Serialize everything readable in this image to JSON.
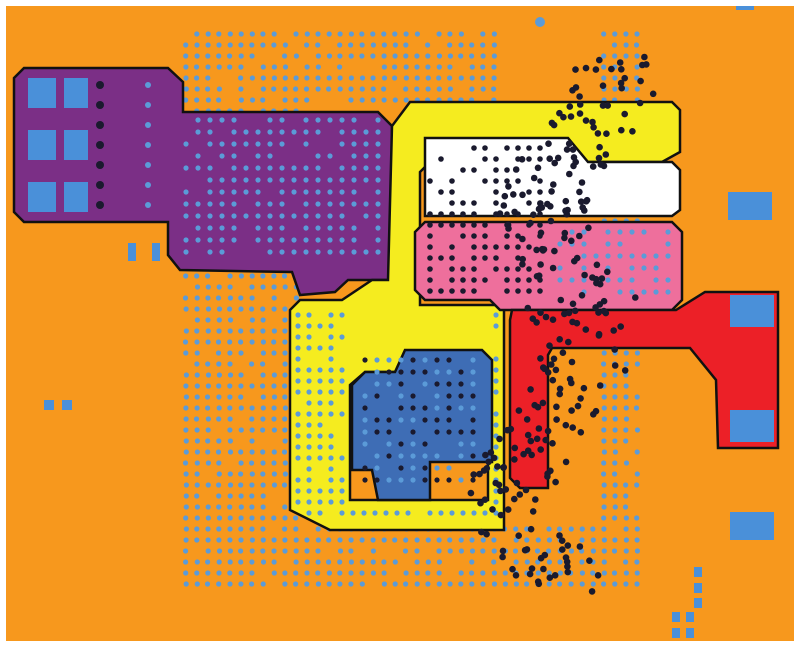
{
  "title": "",
  "colors": {
    "frame": "#ffffff",
    "board": "#F7981D",
    "purple": "#7B2F86",
    "yellow": "#F5EC1F",
    "white": "#FFFFFF",
    "pink": "#EE6F9C",
    "blue": "#3E6DB5",
    "red": "#EC2027",
    "pad": "#4A90D9",
    "via": "#5B9BD8",
    "via_dark": "#1A1A2E",
    "outline": "#111111"
  },
  "layers": {
    "purple_plane": "purple",
    "yellow_ring": "yellow",
    "white_plane": "white",
    "pink_plane": "pink",
    "blue_plane": "blue",
    "red_plane": "red"
  }
}
